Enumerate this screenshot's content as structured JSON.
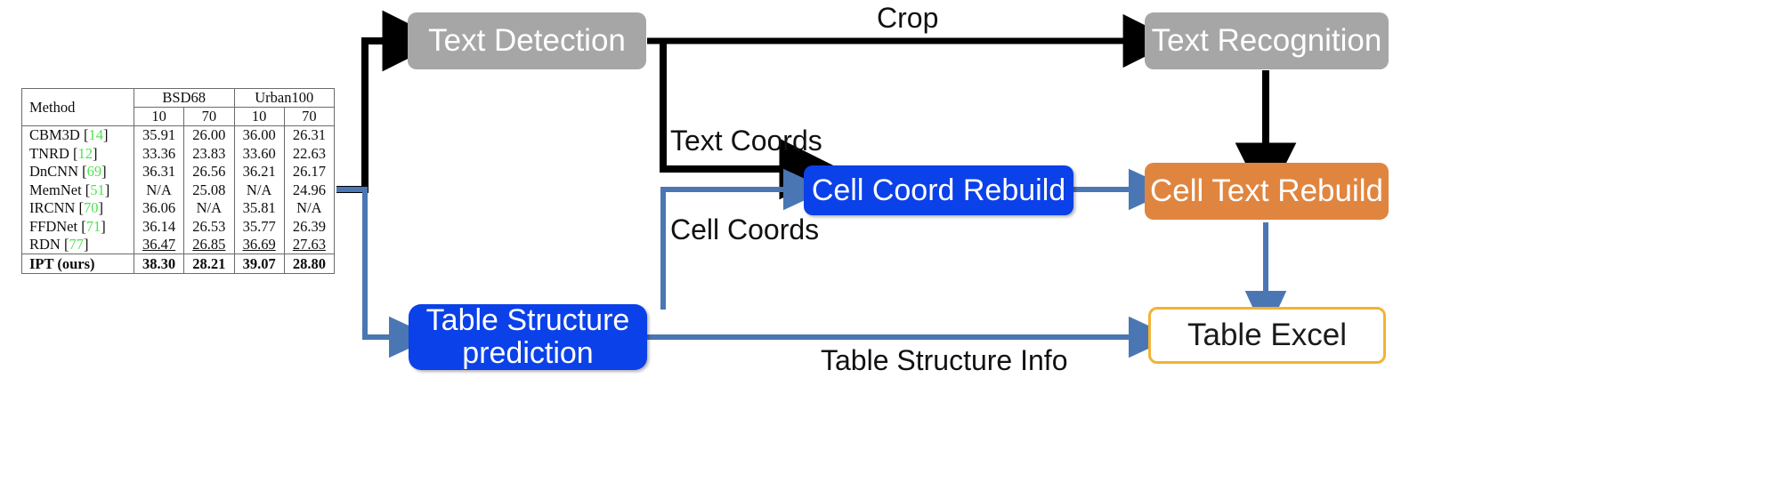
{
  "diagram": {
    "type": "pipeline-flowchart",
    "colors": {
      "gray_node": "#a6a6a6",
      "blue_node": "#0b41e8",
      "orange_node": "#e0853f",
      "excel_border": "#f2b333",
      "black_arrow": "#000000",
      "blue_arrow": "#4a77b4",
      "reference_green": "#4ee44e"
    },
    "nodes": [
      {
        "id": "text_detection",
        "label": "Text Detection",
        "style": "gray"
      },
      {
        "id": "text_recognition",
        "label": "Text Recognition",
        "style": "gray"
      },
      {
        "id": "cell_coord",
        "label": "Cell Coord Rebuild",
        "style": "blue"
      },
      {
        "id": "cell_text",
        "label": "Cell Text Rebuild",
        "style": "orange"
      },
      {
        "id": "table_structure",
        "label": "Table Structure\nprediction",
        "style": "blue"
      },
      {
        "id": "table_excel",
        "label": "Table Excel",
        "style": "excel"
      }
    ],
    "edge_labels": [
      {
        "id": "crop",
        "text": "Crop"
      },
      {
        "id": "text_coords",
        "text": "Text Coords"
      },
      {
        "id": "cell_coords",
        "text": "Cell Coords"
      },
      {
        "id": "table_structure_info",
        "text": "Table Structure Info"
      }
    ]
  },
  "table_figure": {
    "caption_visible": false,
    "group_headers": [
      {
        "label": "Method",
        "colspan": 1,
        "rowspan": 2
      },
      {
        "label": "BSD68",
        "colspan": 2
      },
      {
        "label": "Urban100",
        "colspan": 2
      }
    ],
    "sub_headers": [
      "10",
      "70",
      "10",
      "70"
    ],
    "rows": [
      {
        "method": "CBM3D",
        "ref": "14",
        "values": [
          "35.91",
          "26.00",
          "36.00",
          "26.31"
        ],
        "bold": false,
        "underline": false
      },
      {
        "method": "TNRD",
        "ref": "12",
        "values": [
          "33.36",
          "23.83",
          "33.60",
          "22.63"
        ],
        "bold": false,
        "underline": false
      },
      {
        "method": "DnCNN",
        "ref": "69",
        "values": [
          "36.31",
          "26.56",
          "36.21",
          "26.17"
        ],
        "bold": false,
        "underline": false
      },
      {
        "method": "MemNet",
        "ref": "51",
        "values": [
          "N/A",
          "25.08",
          "N/A",
          "24.96"
        ],
        "bold": false,
        "underline": false
      },
      {
        "method": "IRCNN",
        "ref": "70",
        "values": [
          "36.06",
          "N/A",
          "35.81",
          "N/A"
        ],
        "bold": false,
        "underline": false
      },
      {
        "method": "FFDNet",
        "ref": "71",
        "values": [
          "36.14",
          "26.53",
          "35.77",
          "26.39"
        ],
        "bold": false,
        "underline": false
      },
      {
        "method": "RDN",
        "ref": "77",
        "values": [
          "36.47",
          "26.85",
          "36.69",
          "27.63"
        ],
        "bold": false,
        "underline": true
      },
      {
        "method": "IPT (ours)",
        "ref": "",
        "values": [
          "38.30",
          "28.21",
          "39.07",
          "28.80"
        ],
        "bold": true,
        "underline": false
      }
    ]
  }
}
